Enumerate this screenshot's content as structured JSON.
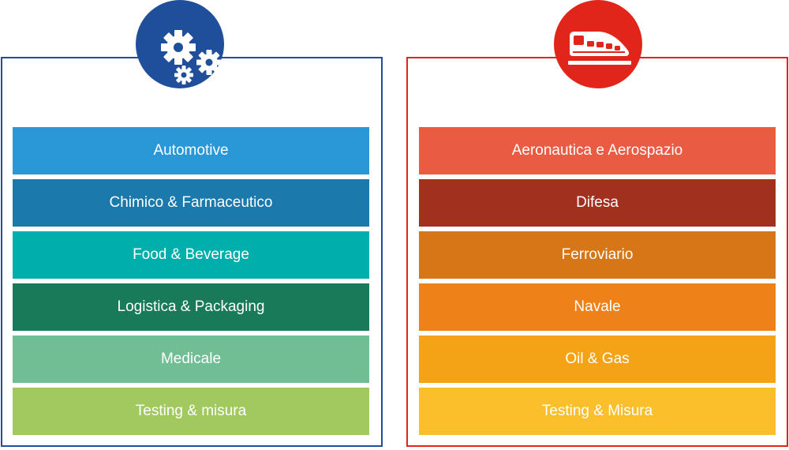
{
  "left": {
    "icon": "gears-icon",
    "accent": "#1f4e9b",
    "items": [
      {
        "label": "Automotive",
        "color": "#2a97d7"
      },
      {
        "label": "Chimico & Farmaceutico",
        "color": "#1b79ab"
      },
      {
        "label": "Food & Beverage",
        "color": "#00aeab"
      },
      {
        "label": "Logistica & Packaging",
        "color": "#187a59"
      },
      {
        "label": "Medicale",
        "color": "#71be95"
      },
      {
        "label": "Testing & misura",
        "color": "#a2c860"
      }
    ]
  },
  "right": {
    "icon": "train-icon",
    "accent": "#e1251b",
    "items": [
      {
        "label": "Aeronautica e Aerospazio",
        "color": "#e95b43"
      },
      {
        "label": "Difesa",
        "color": "#a1301f"
      },
      {
        "label": "Ferroviario",
        "color": "#d67616"
      },
      {
        "label": "Navale",
        "color": "#ee8219"
      },
      {
        "label": "Oil & Gas",
        "color": "#f4a316"
      },
      {
        "label": "Testing & Misura",
        "color": "#fbbf2c"
      }
    ]
  }
}
